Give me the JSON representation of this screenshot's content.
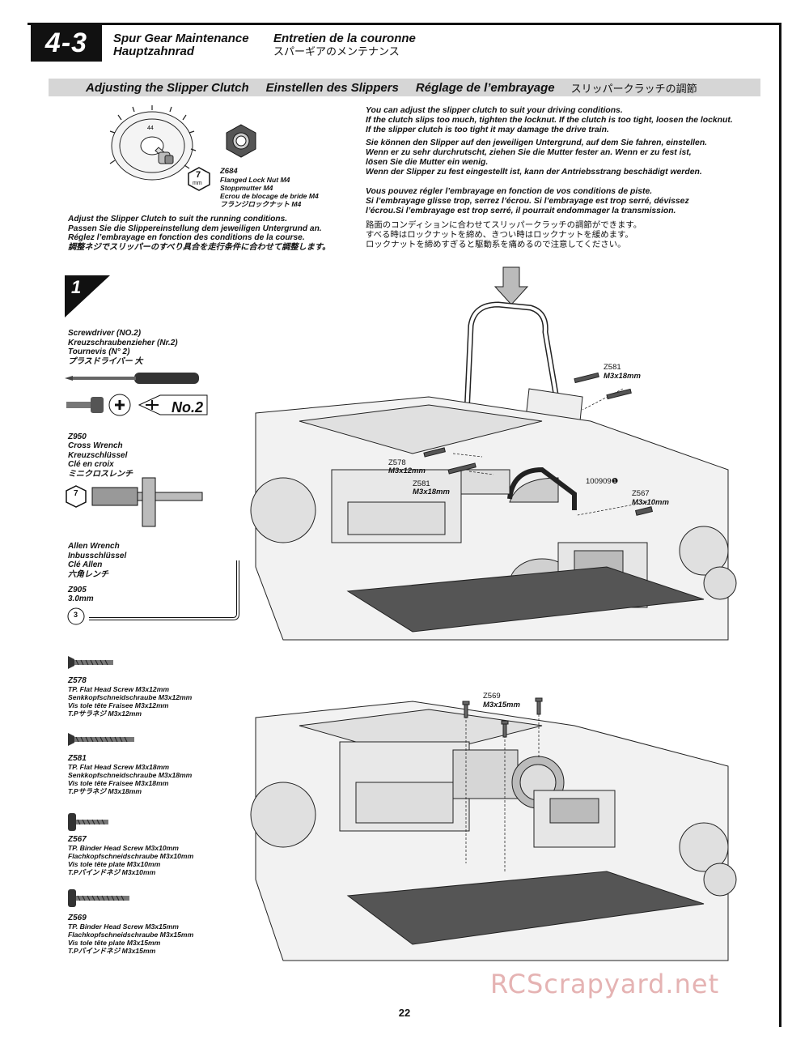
{
  "header": {
    "section_number": "4-3",
    "title_en": "Spur Gear Maintenance",
    "title_de": "Hauptzahnrad",
    "title_fr": "Entretien de la couronne",
    "title_jp": "スパーギアのメンテナンス"
  },
  "subheader": {
    "en": "Adjusting the Slipper Clutch",
    "de": "Einstellen des Slippers",
    "fr": "Réglage de l’embrayage",
    "jp": "スリッパークラッチの調節"
  },
  "intro": {
    "en": "You can adjust the slipper clutch to suit your driving conditions.\nIf the clutch slips too much, tighten the locknut. If the clutch is too tight, loosen the locknut.\nIf the slipper clutch is too tight it may damage the drive train.",
    "de": "Sie können den Slipper auf den jeweiligen Untergrund, auf dem Sie fahren, einstellen.\nWenn er zu sehr durchrutscht, ziehen Sie die Mutter fester an. Wenn er zu fest ist,\nlösen Sie die Mutter ein wenig.\nWenn der Slipper zu fest eingestellt ist, kann der Antriebsstrang beschädigt werden.",
    "fr": "Vous pouvez régler l’embrayage en fonction de vos conditions de piste.\nSi l’embrayage glisse trop, serrez l’écrou. Si l’embrayage est trop serré, dévissez\nl’écrou.Si l’embrayage est trop serré, il pourrait endommager la transmission.",
    "jp": "路面のコンディションに合わせてスリッパークラッチの調節ができます。\nすべる時はロックナットを締め、きつい時はロックナットを緩めます。\nロックナットを締めすぎると駆動系を痛めるので注意してください。"
  },
  "locknut": {
    "wrench_size": "7",
    "wrench_unit": "mm",
    "part_id": "Z684",
    "text": "Flanged Lock Nut M4\nStoppmutter M4\nEcrou de blocage de bride M4\nフランジロックナット M4",
    "gear_teeth": "44"
  },
  "adjust_note": {
    "text": "Adjust the Slipper Clutch to suit the running conditions.\nPassen Sie die Slippereinstellung dem jeweiligen Untergrund an.\nRéglez l’embrayage en fonction des conditions de la course.\n調整ネジでスリッパーのすべり具合を走行条件に合わせて調整します。"
  },
  "step": {
    "number": "1"
  },
  "tools": {
    "screwdriver": "Screwdriver (NO.2)\nKreuzschraubenzieher (Nr.2)\nTournevis (N° 2)\nプラスドライバー 大",
    "screwdriver_tip": "No.2",
    "cross_wrench_id": "Z950",
    "cross_wrench": "Cross Wrench\nKreuzschlüssel\nClé en croix\nミニクロスレンチ",
    "cross_wrench_size": "7",
    "allen": "Allen Wrench\nInbusschlüssel\nClé Allen\n六角レンチ",
    "allen_id": "Z905",
    "allen_size": "3.0mm",
    "allen_badge": "3"
  },
  "screws": [
    {
      "id": "Z578",
      "text": "TP. Flat Head Screw M3x12mm\nSenkkopfschneidschraube M3x12mm\nVis tole tête Fraisee M3x12mm\nT.Pサラネジ M3x12mm"
    },
    {
      "id": "Z581",
      "text": "TP. Flat Head Screw M3x18mm\nSenkkopfschneidschraube M3x18mm\nVis tole tête Fraisee M3x18mm\nT.Pサラネジ M3x18mm"
    },
    {
      "id": "Z567",
      "text": "TP. Binder Head Screw M3x10mm\nFlachkopfschneidschraube M3x10mm\nVis tole tête plate M3x10mm\nT.Pバインドネジ M3x10mm"
    },
    {
      "id": "Z569",
      "text": "TP. Binder Head Screw M3x15mm\nFlachkopfschneidschraube M3x15mm\nVis tole tête plate M3x15mm\nT.Pバインドネジ M3x15mm"
    }
  ],
  "callouts": {
    "z581_top_id": "Z581",
    "z581_top_size": "M3x18mm",
    "z578_id": "Z578",
    "z578_size": "M3x12mm",
    "z581_mid_id": "Z581",
    "z581_mid_size": "M3x18mm",
    "part_100909": "100909",
    "part_100909_mark": "❶",
    "z567_id": "Z567",
    "z567_size": "M3x10mm",
    "z569_id": "Z569",
    "z569_size": "M3x15mm"
  },
  "footer": {
    "page": "22",
    "watermark": "RCScrapyard.net"
  }
}
